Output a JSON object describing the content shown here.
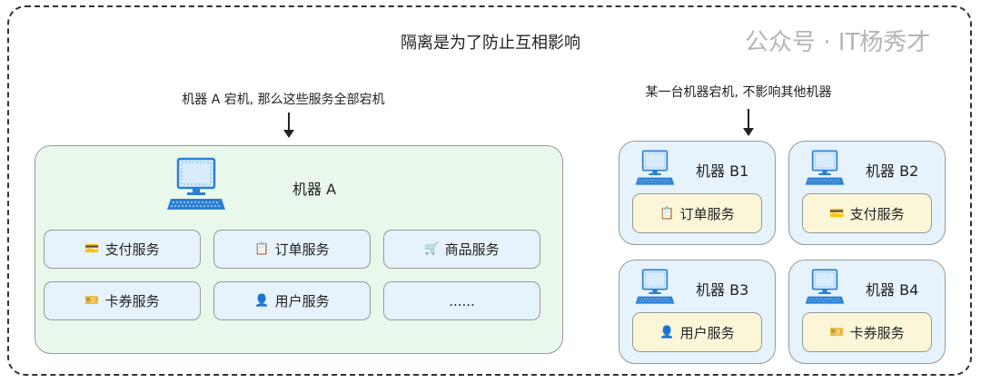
{
  "title": "隔离是为了防止互相影响",
  "left": {
    "note": "机器 A 宕机, 那么这些服务全部宕机",
    "machine_label": "机器 A",
    "services": [
      {
        "icon": "credit-card-icon",
        "glyph": "💳",
        "label": "支付服务"
      },
      {
        "icon": "clipboard-icon",
        "glyph": "📋",
        "label": "订单服务"
      },
      {
        "icon": "cart-icon",
        "glyph": "🛒",
        "label": "商品服务"
      },
      {
        "icon": "coupon-icon",
        "glyph": "🎫",
        "label": "卡券服务"
      },
      {
        "icon": "user-icon",
        "glyph": "👤",
        "label": "用户服务"
      },
      {
        "icon": "",
        "glyph": "",
        "label": "......"
      }
    ]
  },
  "right": {
    "note": "某一台机器宕机, 不影响其他机器",
    "machines": [
      {
        "label": "机器 B1",
        "service": "订单服务",
        "glyph": "📋"
      },
      {
        "label": "机器 B2",
        "service": "支付服务",
        "glyph": "💳"
      },
      {
        "label": "机器 B3",
        "service": "用户服务",
        "glyph": "👤"
      },
      {
        "label": "机器 B4",
        "service": "卡券服务",
        "glyph": "🎫"
      }
    ]
  },
  "watermark": "公众号 · IT杨秀才",
  "colors": {
    "machineA_bg": "#e9f8ea",
    "service_bg": "#e6f2fc",
    "serviceB_bg": "#fcf6d9",
    "computer": "#2a7fd4"
  }
}
